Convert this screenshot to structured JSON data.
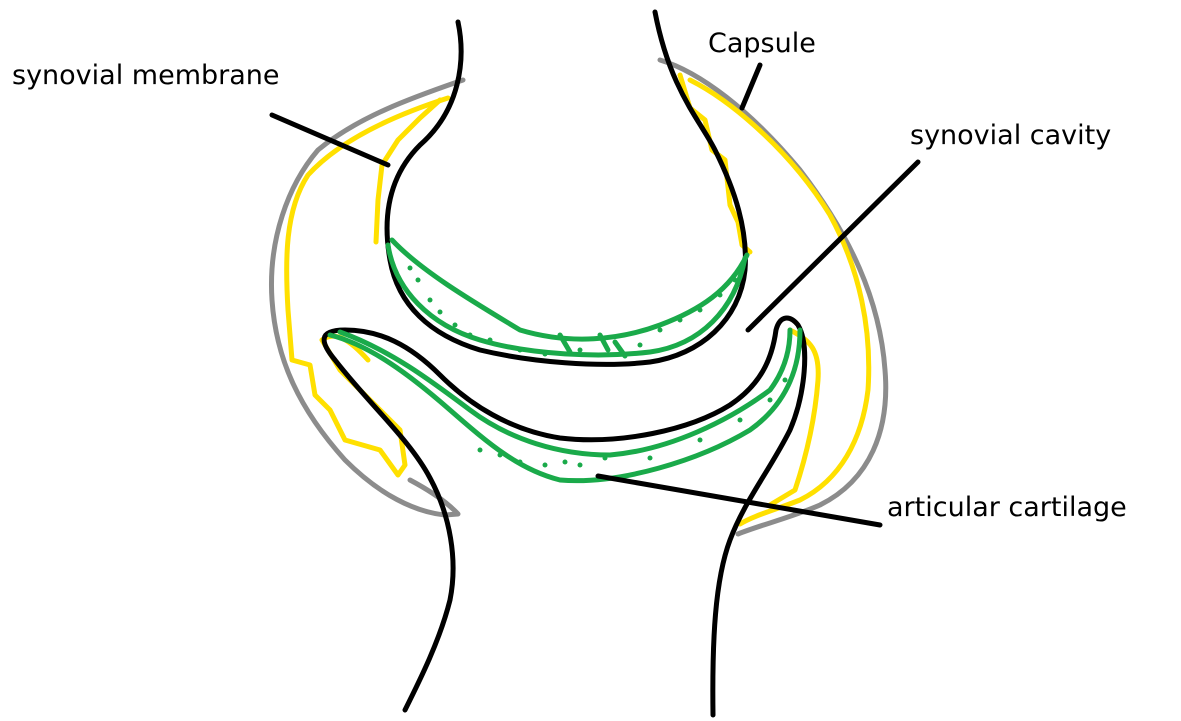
{
  "labels": {
    "synovial_membrane": "synovial membrane",
    "capsule": "Capsule",
    "synovial_cavity": "synovial cavity",
    "articular_cartilage": "articular cartilage"
  },
  "colors": {
    "bone_outline": "#000000",
    "capsule": "#8c8c8c",
    "synovial_membrane": "#ffe000",
    "articular_cartilage": "#1aaa4a",
    "background": "#ffffff"
  }
}
